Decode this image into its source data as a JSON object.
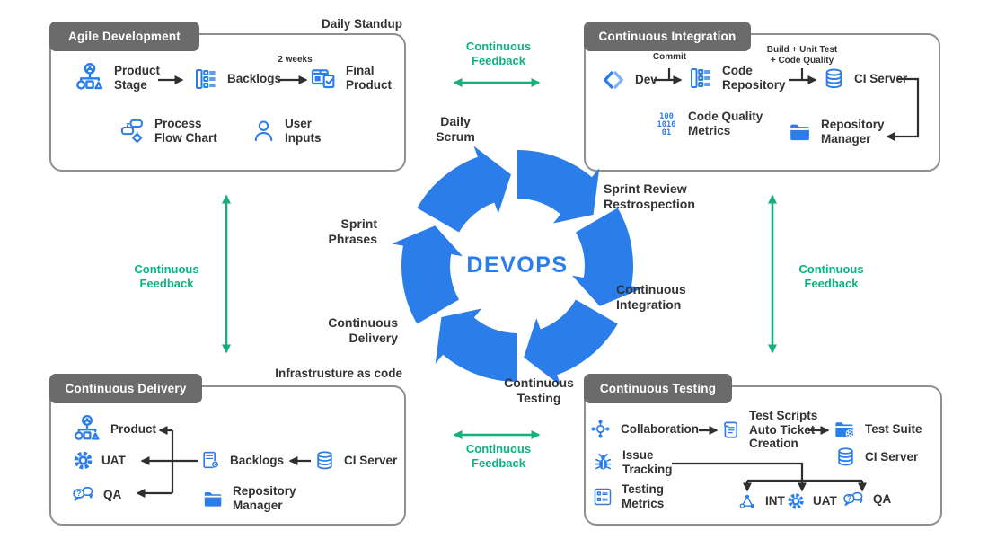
{
  "colors": {
    "blue": "#2b7de9",
    "blue_light": "#7db2f5",
    "green": "#0fb27f",
    "header": "#6b6b6b",
    "text": "#333333",
    "arrow": "#2f2f2f",
    "border": "#8f8f8f"
  },
  "center": {
    "title": "DEVOPS",
    "labels": {
      "daily_scrum": "Daily\nScrum",
      "sprint_review": "Sprint Review\nRestrospection",
      "continuous_integration": "Continuous\nIntegration",
      "continuous_testing": "Continuous\nTesting",
      "continuous_delivery": "Continuous\nDelivery",
      "sprint_phrases": "Sprint\nPhrases"
    }
  },
  "feedback": {
    "label": "Continuous\nFeedback"
  },
  "quadrants": {
    "agile": {
      "title": "Agile Development",
      "tag": "Daily Standup",
      "items": {
        "product_stage": "Product\nStage",
        "backlogs": "Backlogs",
        "two_weeks": "2 weeks",
        "final_product": "Final\nProduct",
        "process_flow": "Process\nFlow Chart",
        "user_inputs": "User\nInputs"
      }
    },
    "ci": {
      "title": "Continuous Integration",
      "items": {
        "dev": "Dev",
        "commit": "Commit",
        "code_repository": "Code\nRepository",
        "build": "Build + Unit Test\n+ Code Quality",
        "ci_server": "CI Server",
        "code_quality": "Code Quality\nMetrics",
        "repository_manager": "Repository\nManager"
      }
    },
    "delivery": {
      "title": "Continuous Delivery",
      "tag": "Infrastrusture as code",
      "items": {
        "product": "Product",
        "uat": "UAT",
        "qa": "QA",
        "backlogs": "Backlogs",
        "ci_server": "CI Server",
        "repository_manager": "Repository\nManager"
      }
    },
    "testing": {
      "title": "Continuous Testing",
      "items": {
        "collaboration": "Collaboration",
        "test_scripts": "Test Scripts\nAuto Ticket\nCreation",
        "test_suite": "Test Suite",
        "ci_server": "CI Server",
        "issue_tracking": "Issue\nTracking",
        "testing_metrics": "Testing\nMetrics",
        "int": "INT",
        "uat": "UAT",
        "qa": "QA"
      }
    }
  }
}
